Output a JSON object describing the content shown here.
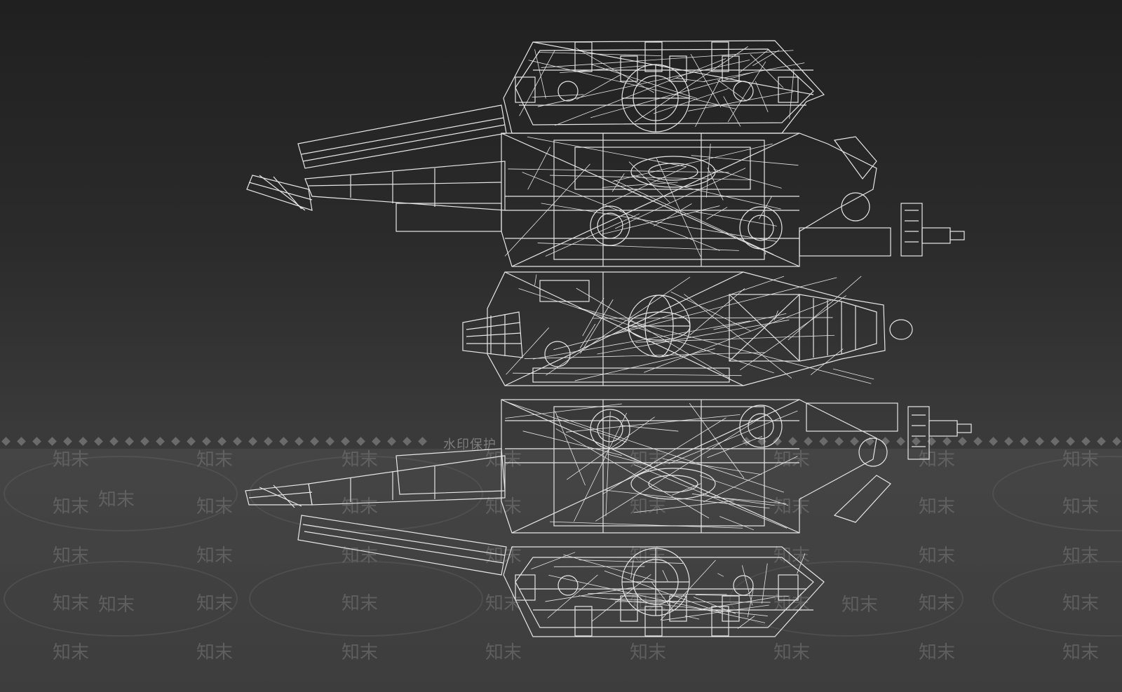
{
  "viewport": {
    "name": "wireframe-viewport",
    "model": "mechanical-turret-wireframe"
  },
  "watermark": {
    "banner_text": "水印保护",
    "tile_text": "知末"
  },
  "colors": {
    "background_top": "#202020",
    "background_bottom": "#3b3b3b",
    "wire": "#e6e6e6",
    "watermark": "#7d7d7d"
  }
}
